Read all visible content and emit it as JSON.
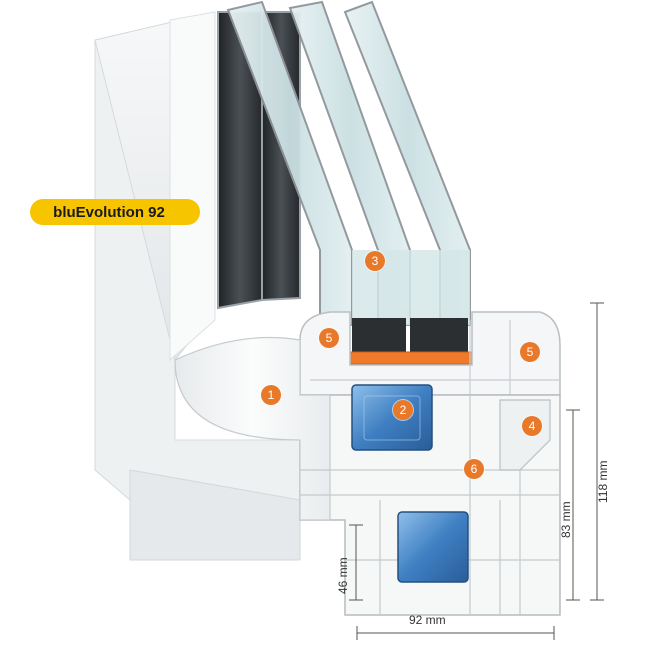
{
  "product": {
    "name": "bluEvolution 92",
    "badge_color": "#f7c400"
  },
  "markers": [
    {
      "id": "marker-1",
      "label": "1"
    },
    {
      "id": "marker-2",
      "label": "2"
    },
    {
      "id": "marker-3",
      "label": "3"
    },
    {
      "id": "marker-4",
      "label": "4"
    },
    {
      "id": "marker-5a",
      "label": "5"
    },
    {
      "id": "marker-5b",
      "label": "5"
    },
    {
      "id": "marker-6",
      "label": "6"
    }
  ],
  "marker_color": "#e9792a",
  "dimensions": {
    "width": "92 mm",
    "sash_height": "118 mm",
    "frame_height": "83 mm",
    "bottom_height": "46 mm"
  },
  "colors": {
    "frame_white": "#f2f4f5",
    "glass": "#cfe3e6",
    "dark_glass": "#2e3336",
    "steel_blue": "#3f7fc2",
    "gasket_orange": "#f07a2b"
  }
}
